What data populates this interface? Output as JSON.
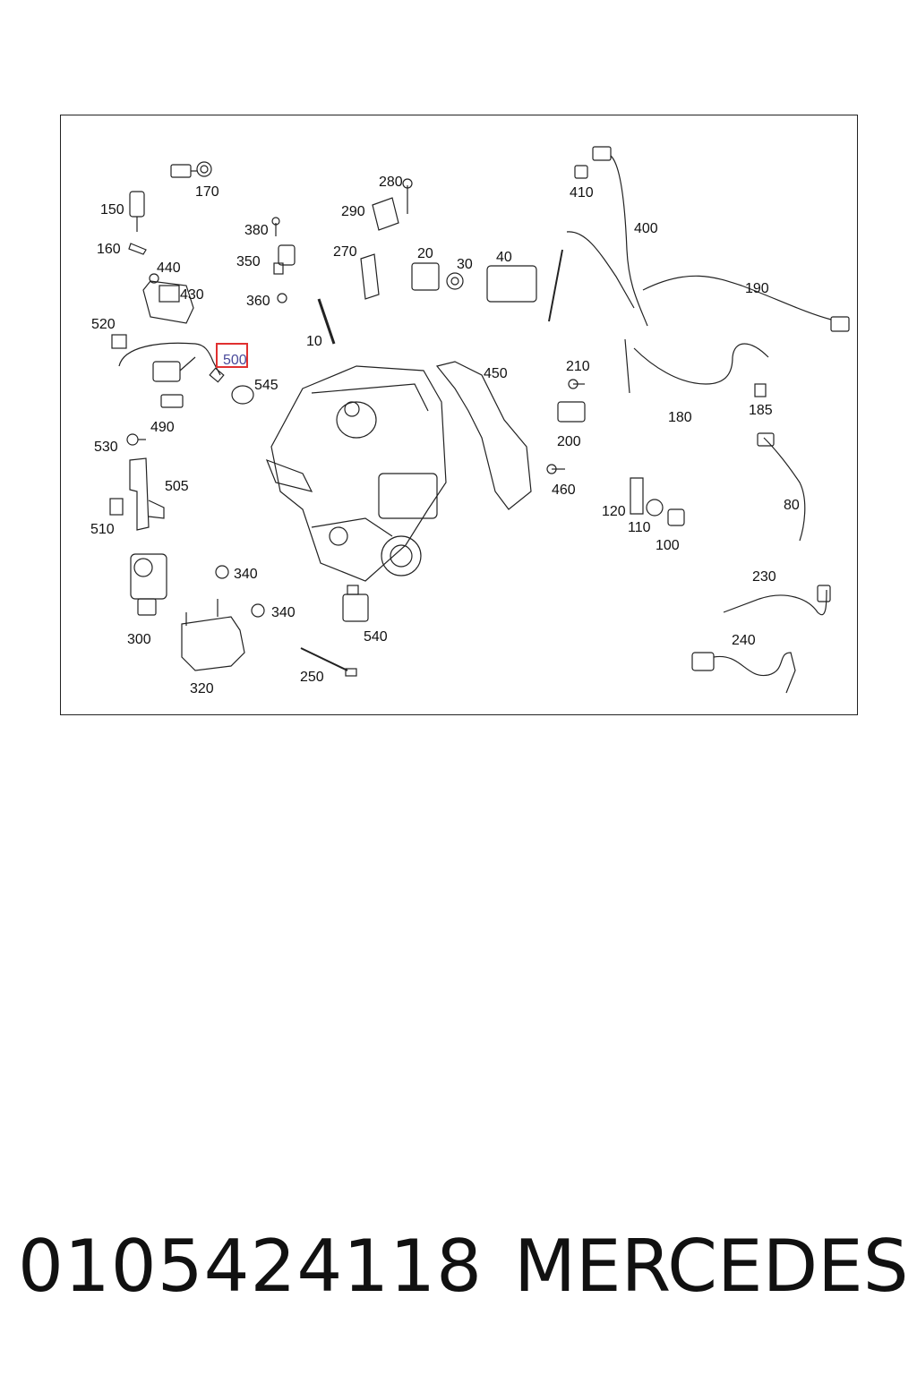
{
  "diagram": {
    "highlighted_part": "500",
    "callouts": [
      "170",
      "150",
      "160",
      "440",
      "430",
      "520",
      "500",
      "545",
      "490",
      "530",
      "505",
      "510",
      "380",
      "350",
      "360",
      "280",
      "290",
      "270",
      "20",
      "30",
      "40",
      "10",
      "410",
      "400",
      "190",
      "450",
      "210",
      "200",
      "180",
      "185",
      "460",
      "120",
      "110",
      "100",
      "80",
      "230",
      "240",
      "340",
      "300",
      "320",
      "250",
      "540"
    ]
  },
  "footer": {
    "part_number": "0105424118",
    "brand": "MERCEDES"
  },
  "colors": {
    "highlight": "#e03030",
    "line": "#222222"
  }
}
